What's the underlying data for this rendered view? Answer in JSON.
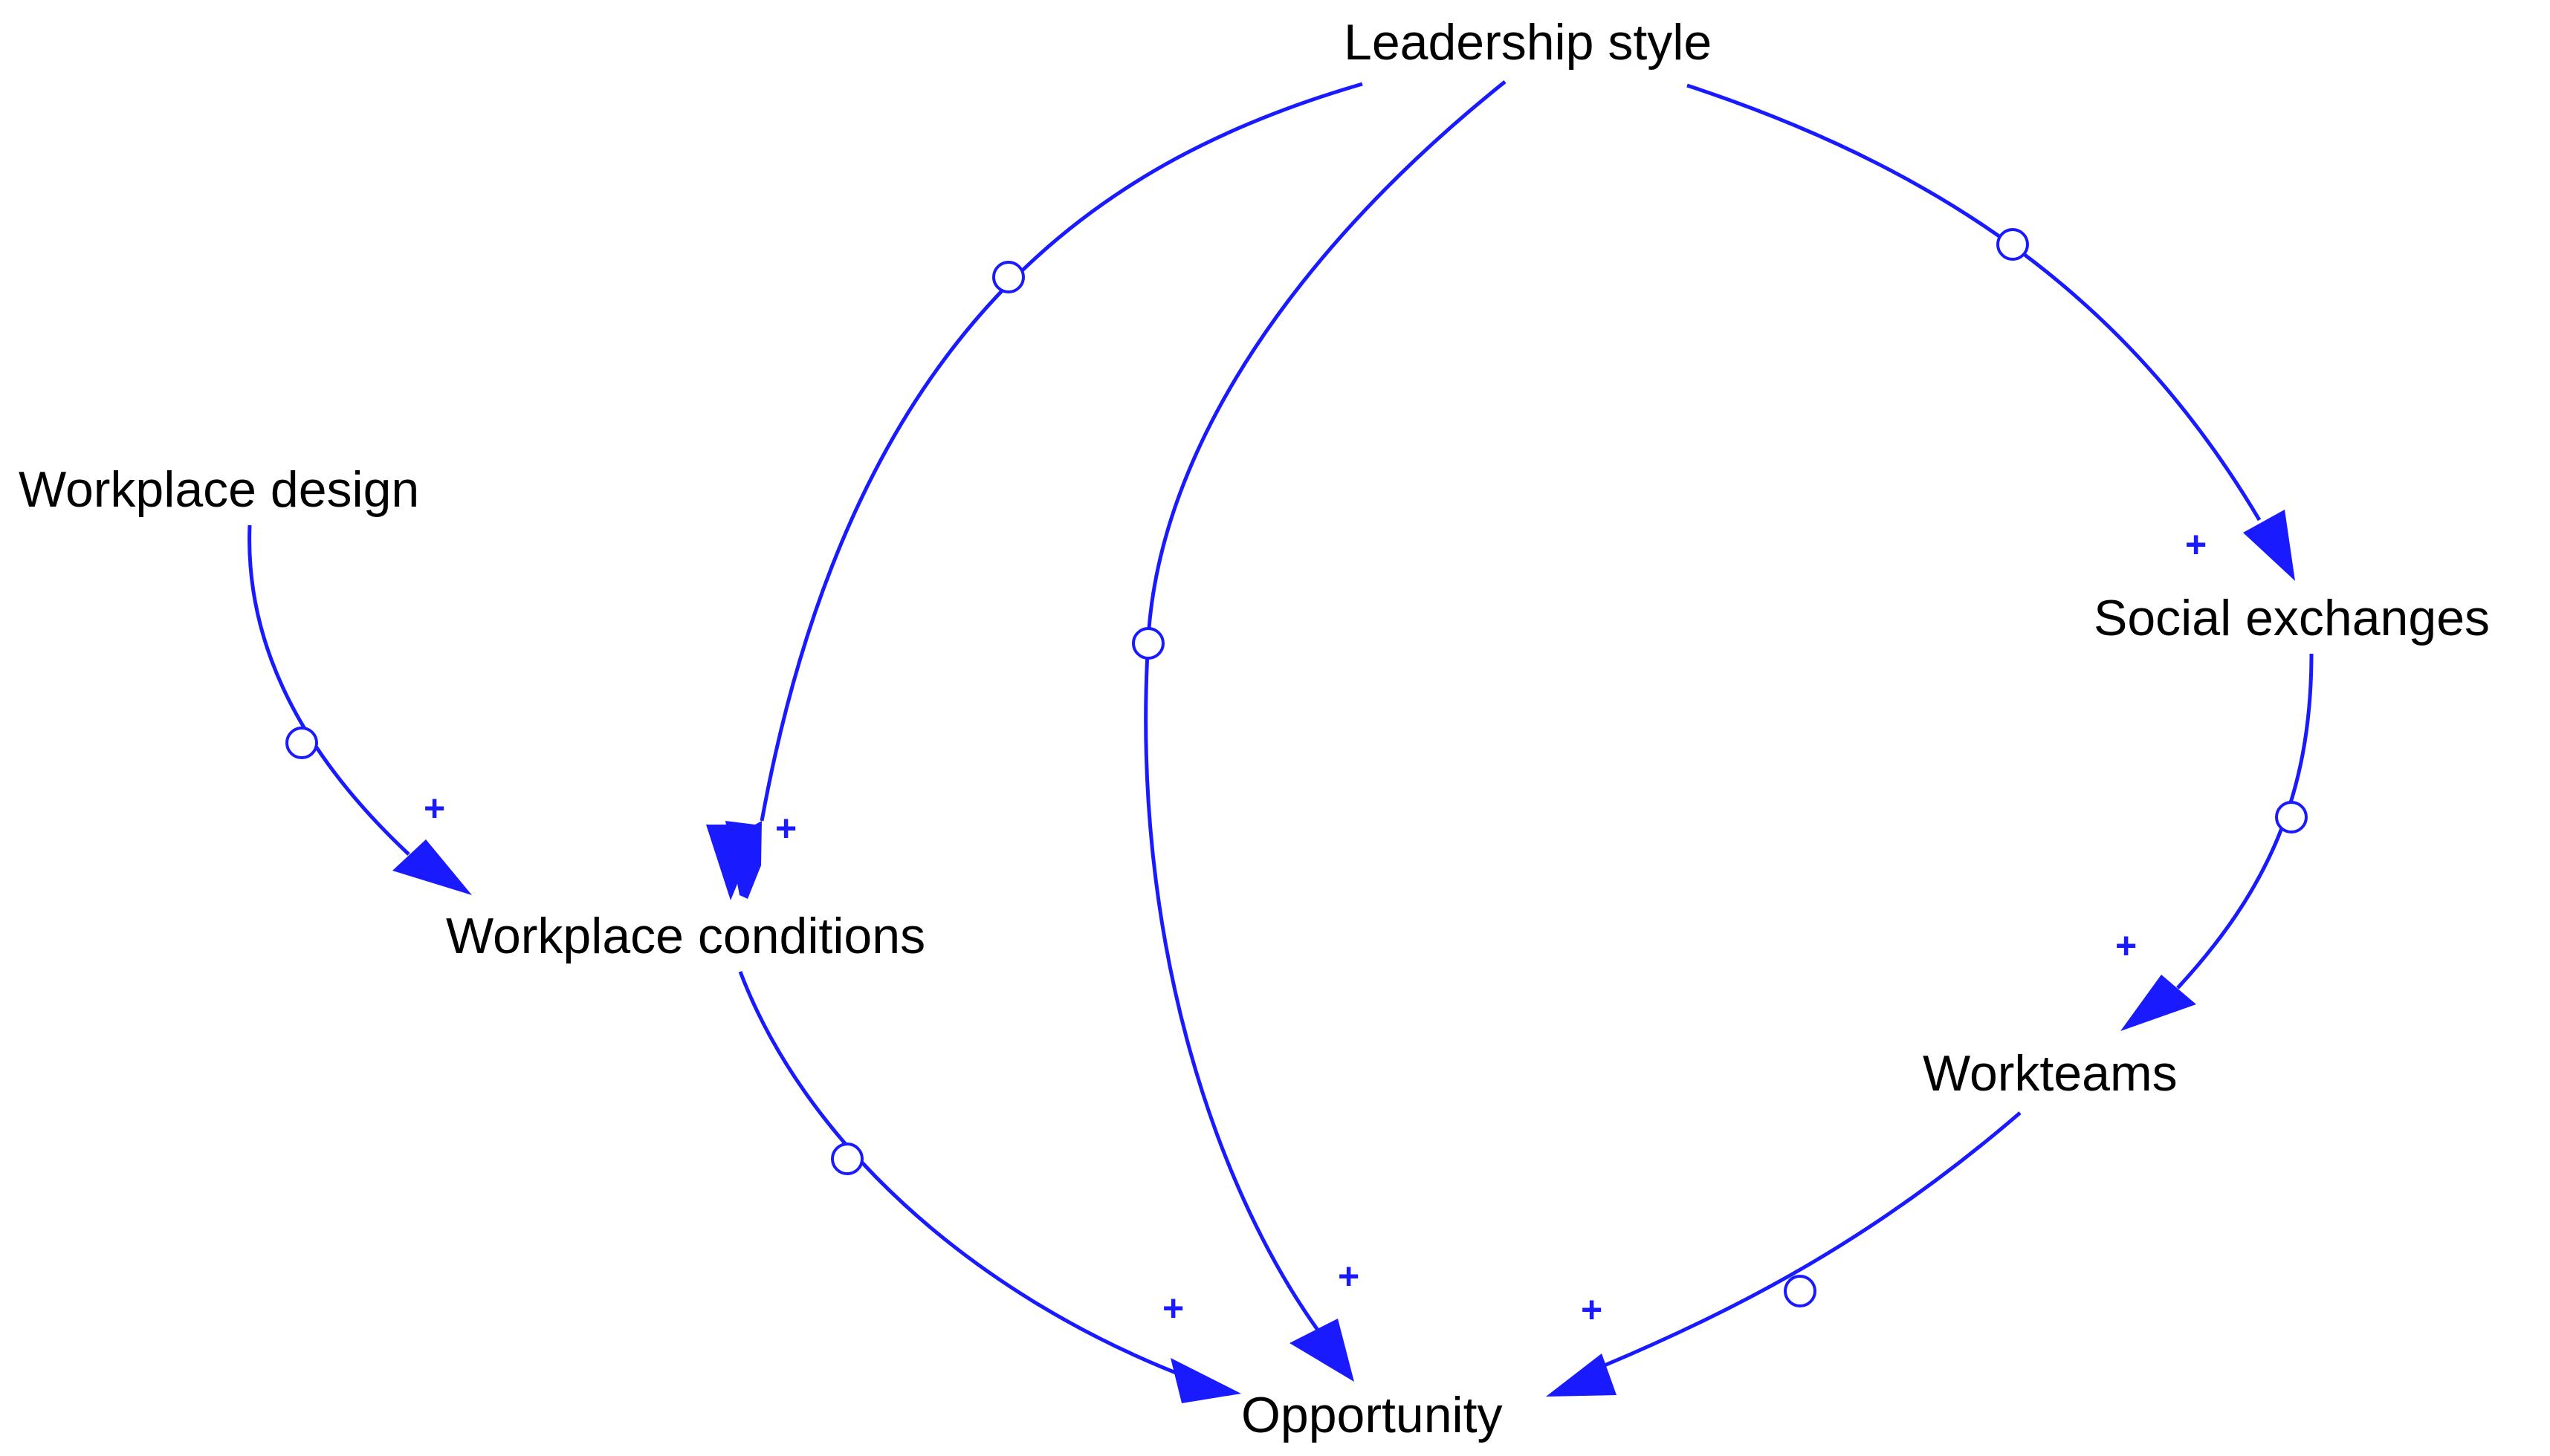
{
  "colors": {
    "link": "#1a1aff",
    "text": "#000000",
    "background": "#ffffff"
  },
  "nodes": [
    {
      "id": "leadership",
      "label": "Leadership style"
    },
    {
      "id": "workplace_design",
      "label": "Workplace design"
    },
    {
      "id": "social_exchanges",
      "label": "Social exchanges"
    },
    {
      "id": "workplace_conditions",
      "label": "Workplace conditions"
    },
    {
      "id": "workteams",
      "label": "Workteams"
    },
    {
      "id": "opportunity",
      "label": "Opportunity"
    }
  ],
  "links": [
    {
      "from": "leadership",
      "to": "workplace_conditions",
      "polarity": "+"
    },
    {
      "from": "leadership",
      "to": "opportunity",
      "polarity": "+"
    },
    {
      "from": "leadership",
      "to": "social_exchanges",
      "polarity": "+"
    },
    {
      "from": "workplace_design",
      "to": "workplace_conditions",
      "polarity": "+"
    },
    {
      "from": "social_exchanges",
      "to": "workteams",
      "polarity": "+"
    },
    {
      "from": "workplace_conditions",
      "to": "opportunity",
      "polarity": "+"
    },
    {
      "from": "workteams",
      "to": "opportunity",
      "polarity": "+"
    }
  ]
}
